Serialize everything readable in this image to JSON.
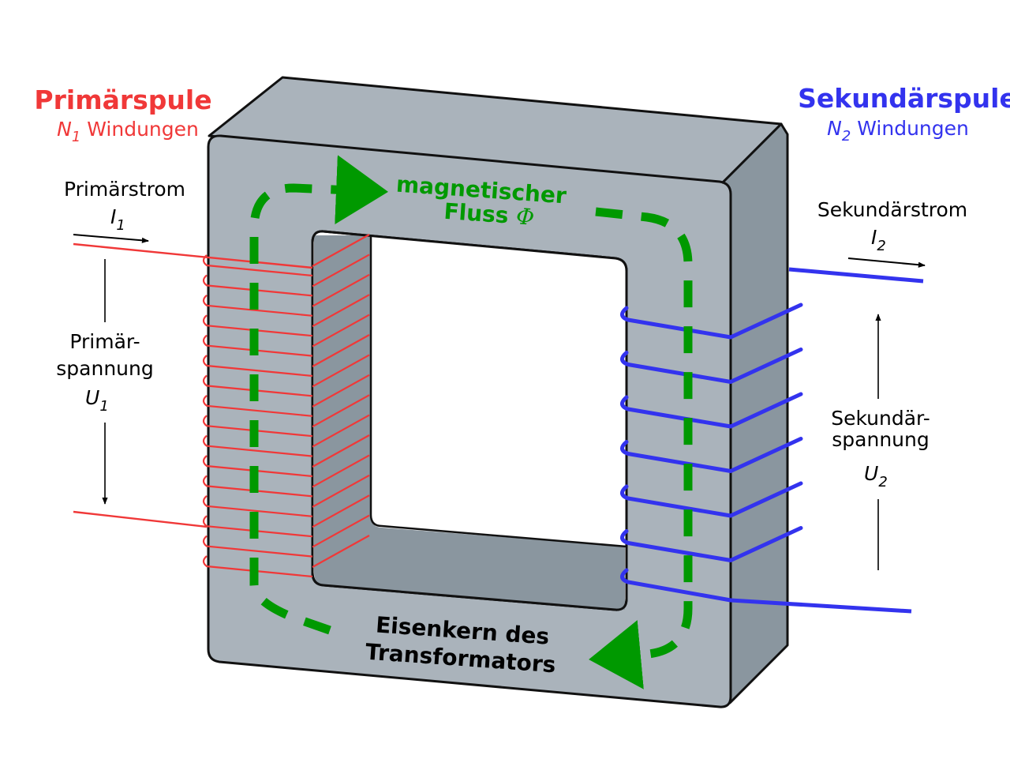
{
  "colors": {
    "primary": "#f03838",
    "secondary": "#3333ee",
    "flux": "#009900",
    "core_front": "#aab3bb",
    "core_side": "#8a969f",
    "outline": "#111111"
  },
  "primary": {
    "title": "Primärspule",
    "turns_symbol": "N",
    "turns_index": "1",
    "turns_text": "Windungen",
    "current_label": "Primärstrom",
    "current_symbol": "I",
    "current_index": "1",
    "voltage_line1": "Primär-",
    "voltage_line2": "spannung",
    "voltage_symbol": "U",
    "voltage_index": "1"
  },
  "secondary": {
    "title": "Sekundärspule",
    "turns_symbol": "N",
    "turns_index": "2",
    "turns_text": "Windungen",
    "current_label": "Sekundärstrom",
    "current_symbol": "I",
    "current_index": "2",
    "voltage_line1": "Sekundär-",
    "voltage_line2": "spannung",
    "voltage_symbol": "U",
    "voltage_index": "2"
  },
  "flux": {
    "line1": "magnetischer",
    "line2": "Fluss",
    "symbol": "Φ"
  },
  "core": {
    "line1": "Eisenkern des",
    "line2": "Transformators"
  }
}
